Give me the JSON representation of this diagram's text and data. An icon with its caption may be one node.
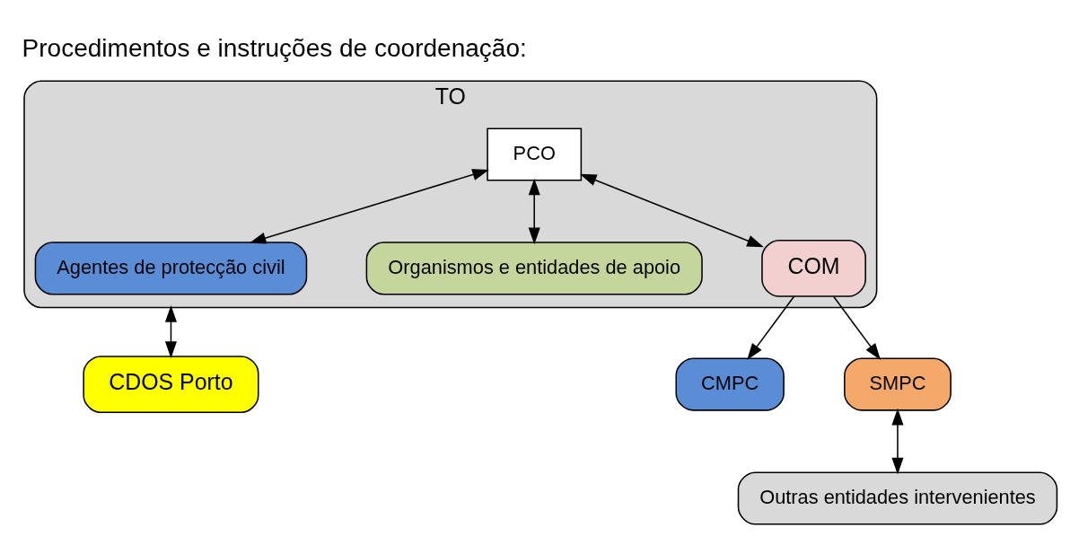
{
  "diagram": {
    "title": "Procedimentos e instruções de coordenação:",
    "nodes": [
      {
        "text": [
          "TO"
        ]
      },
      {
        "text": [
          "Agentes de protecção civil"
        ],
        "in": 0
      },
      {
        "text": [
          "Organismos e entidades de apoio"
        ],
        "in": 0
      },
      {
        "text": [
          "PCO"
        ],
        "in": 0
      },
      {
        "text": [
          "COM"
        ],
        "in": 0
      },
      {
        "text": [
          "CMPC"
        ]
      },
      {
        "text": [
          "SMPC"
        ]
      },
      {
        "text": [
          "CDOS Porto"
        ]
      },
      {
        "text": [
          "Outras entidades intervenientes"
        ]
      }
    ],
    "edges": [
      {
        "from": 3,
        "to": 1,
        "arrow": "both"
      },
      {
        "from": 3,
        "to": 2,
        "arrow": "both"
      },
      {
        "from": 3,
        "to": 4,
        "arrow": "both"
      },
      {
        "from": 4,
        "to": 5,
        "arrow": "to"
      },
      {
        "from": 4,
        "to": 6,
        "arrow": "to"
      },
      {
        "from": 0,
        "to": 7,
        "arrow": "both"
      },
      {
        "from": 6,
        "to": 8,
        "arrow": "both"
      }
    ]
  }
}
